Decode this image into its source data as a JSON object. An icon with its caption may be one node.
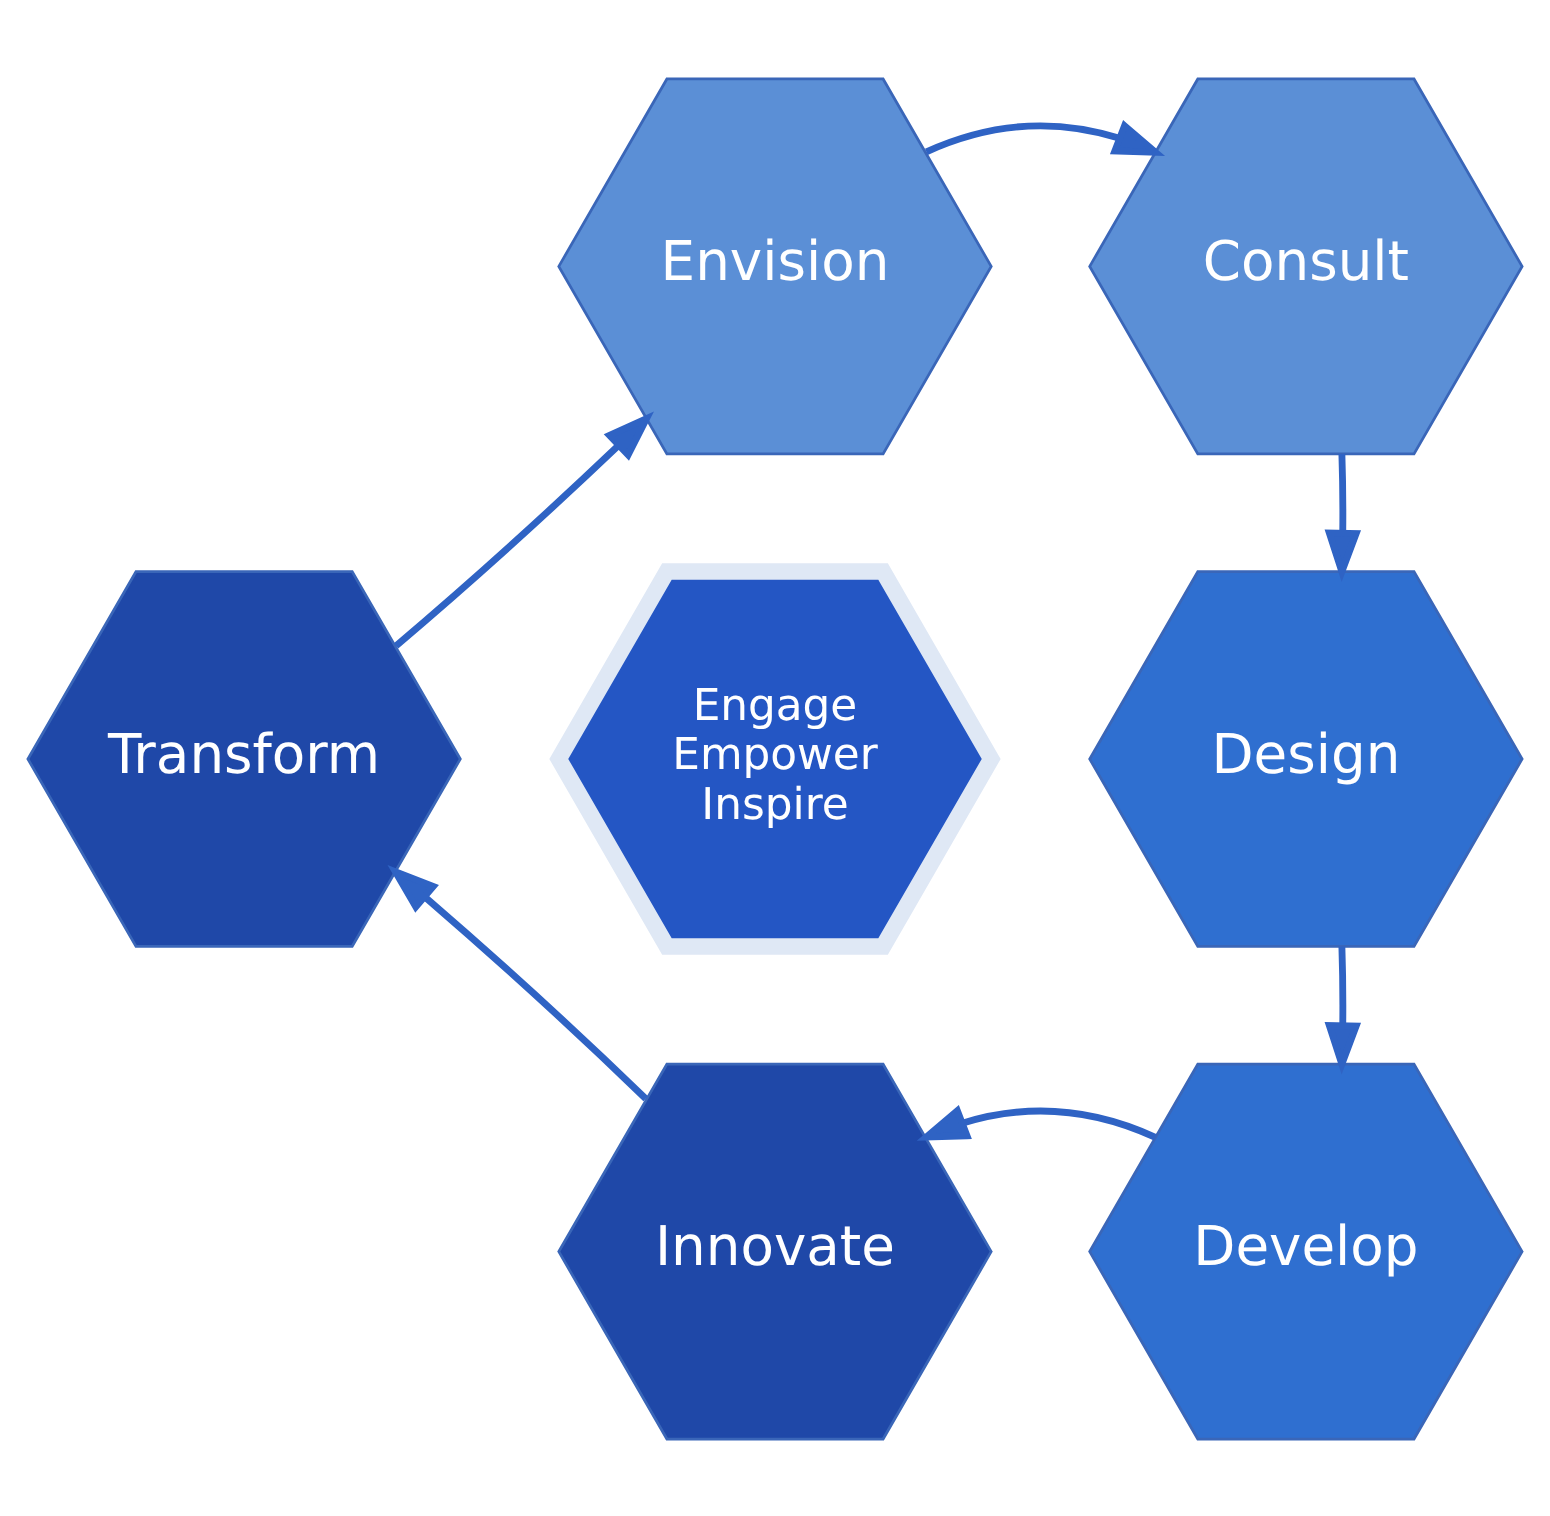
{
  "diagram": {
    "nodes": [
      {
        "text": [
          "Envision"
        ]
      },
      {
        "text": [
          "Consult"
        ]
      },
      {
        "text": [
          "Design"
        ]
      },
      {
        "text": [
          "Develop"
        ]
      },
      {
        "text": [
          "Innovate"
        ]
      },
      {
        "text": [
          "Transform"
        ]
      },
      {
        "text": [
          "Engage",
          "Empower",
          "Inspire"
        ]
      }
    ],
    "edges": [
      {
        "from": 0,
        "to": 1,
        "arrow": "to"
      },
      {
        "from": 1,
        "to": 2,
        "arrow": "to"
      },
      {
        "from": 2,
        "to": 3,
        "arrow": "to"
      },
      {
        "from": 3,
        "to": 4,
        "arrow": "to"
      },
      {
        "from": 4,
        "to": 5,
        "arrow": "to"
      },
      {
        "from": 5,
        "to": 0,
        "arrow": "to"
      }
    ]
  }
}
